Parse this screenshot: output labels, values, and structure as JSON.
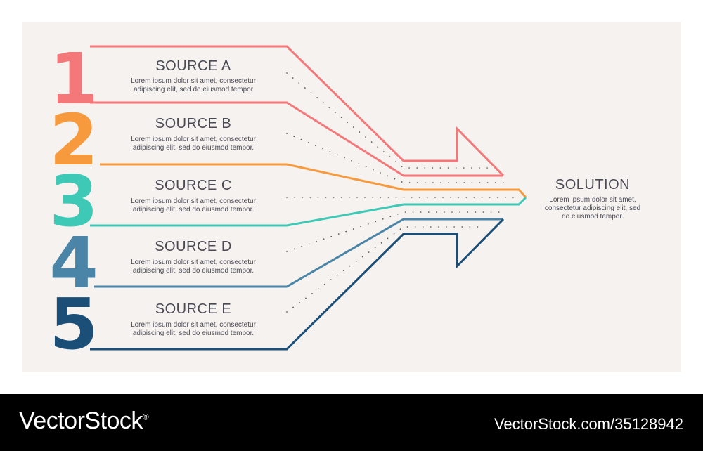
{
  "sources": [
    {
      "number": "1",
      "title": "SOURCE A",
      "line1": "Lorem ipsum dolor sit amet, consectetur",
      "line2": "adipiscing elit, sed do eiusmod tempor",
      "color": "#f4777a"
    },
    {
      "number": "2",
      "title": "SOURCE B",
      "line1": "Lorem ipsum dolor sit amet, consectetur",
      "line2": "adipiscing elit, sed do eiusmod tempor.",
      "color": "#f79a3e"
    },
    {
      "number": "3",
      "title": "SOURCE C",
      "line1": "Lorem ipsum dolor sit amet, consectetur",
      "line2": "adipiscing elit, sed do eiusmod tempor.",
      "color": "#3ec9b6"
    },
    {
      "number": "4",
      "title": "SOURCE D",
      "line1": "Lorem ipsum dolor sit amet, consectetur",
      "line2": "adipiscing elit, sed do eiusmod tempor.",
      "color": "#4a85a8"
    },
    {
      "number": "5",
      "title": "SOURCE E",
      "line1": "Lorem ipsum dolor sit amet, consectetur",
      "line2": "adipiscing elit, sed do eiusmod tempor.",
      "color": "#1c4f78"
    }
  ],
  "solution": {
    "title": "SOLUTION",
    "line1": "Lorem ipsum dolor sit amet,",
    "line2": "consectetur adipiscing elit, sed",
    "line3": "do eiusmod tempor."
  },
  "footer": {
    "brand": "VectorStock",
    "brand_mark": "®",
    "credit": "VectorStock.com/35128942"
  }
}
